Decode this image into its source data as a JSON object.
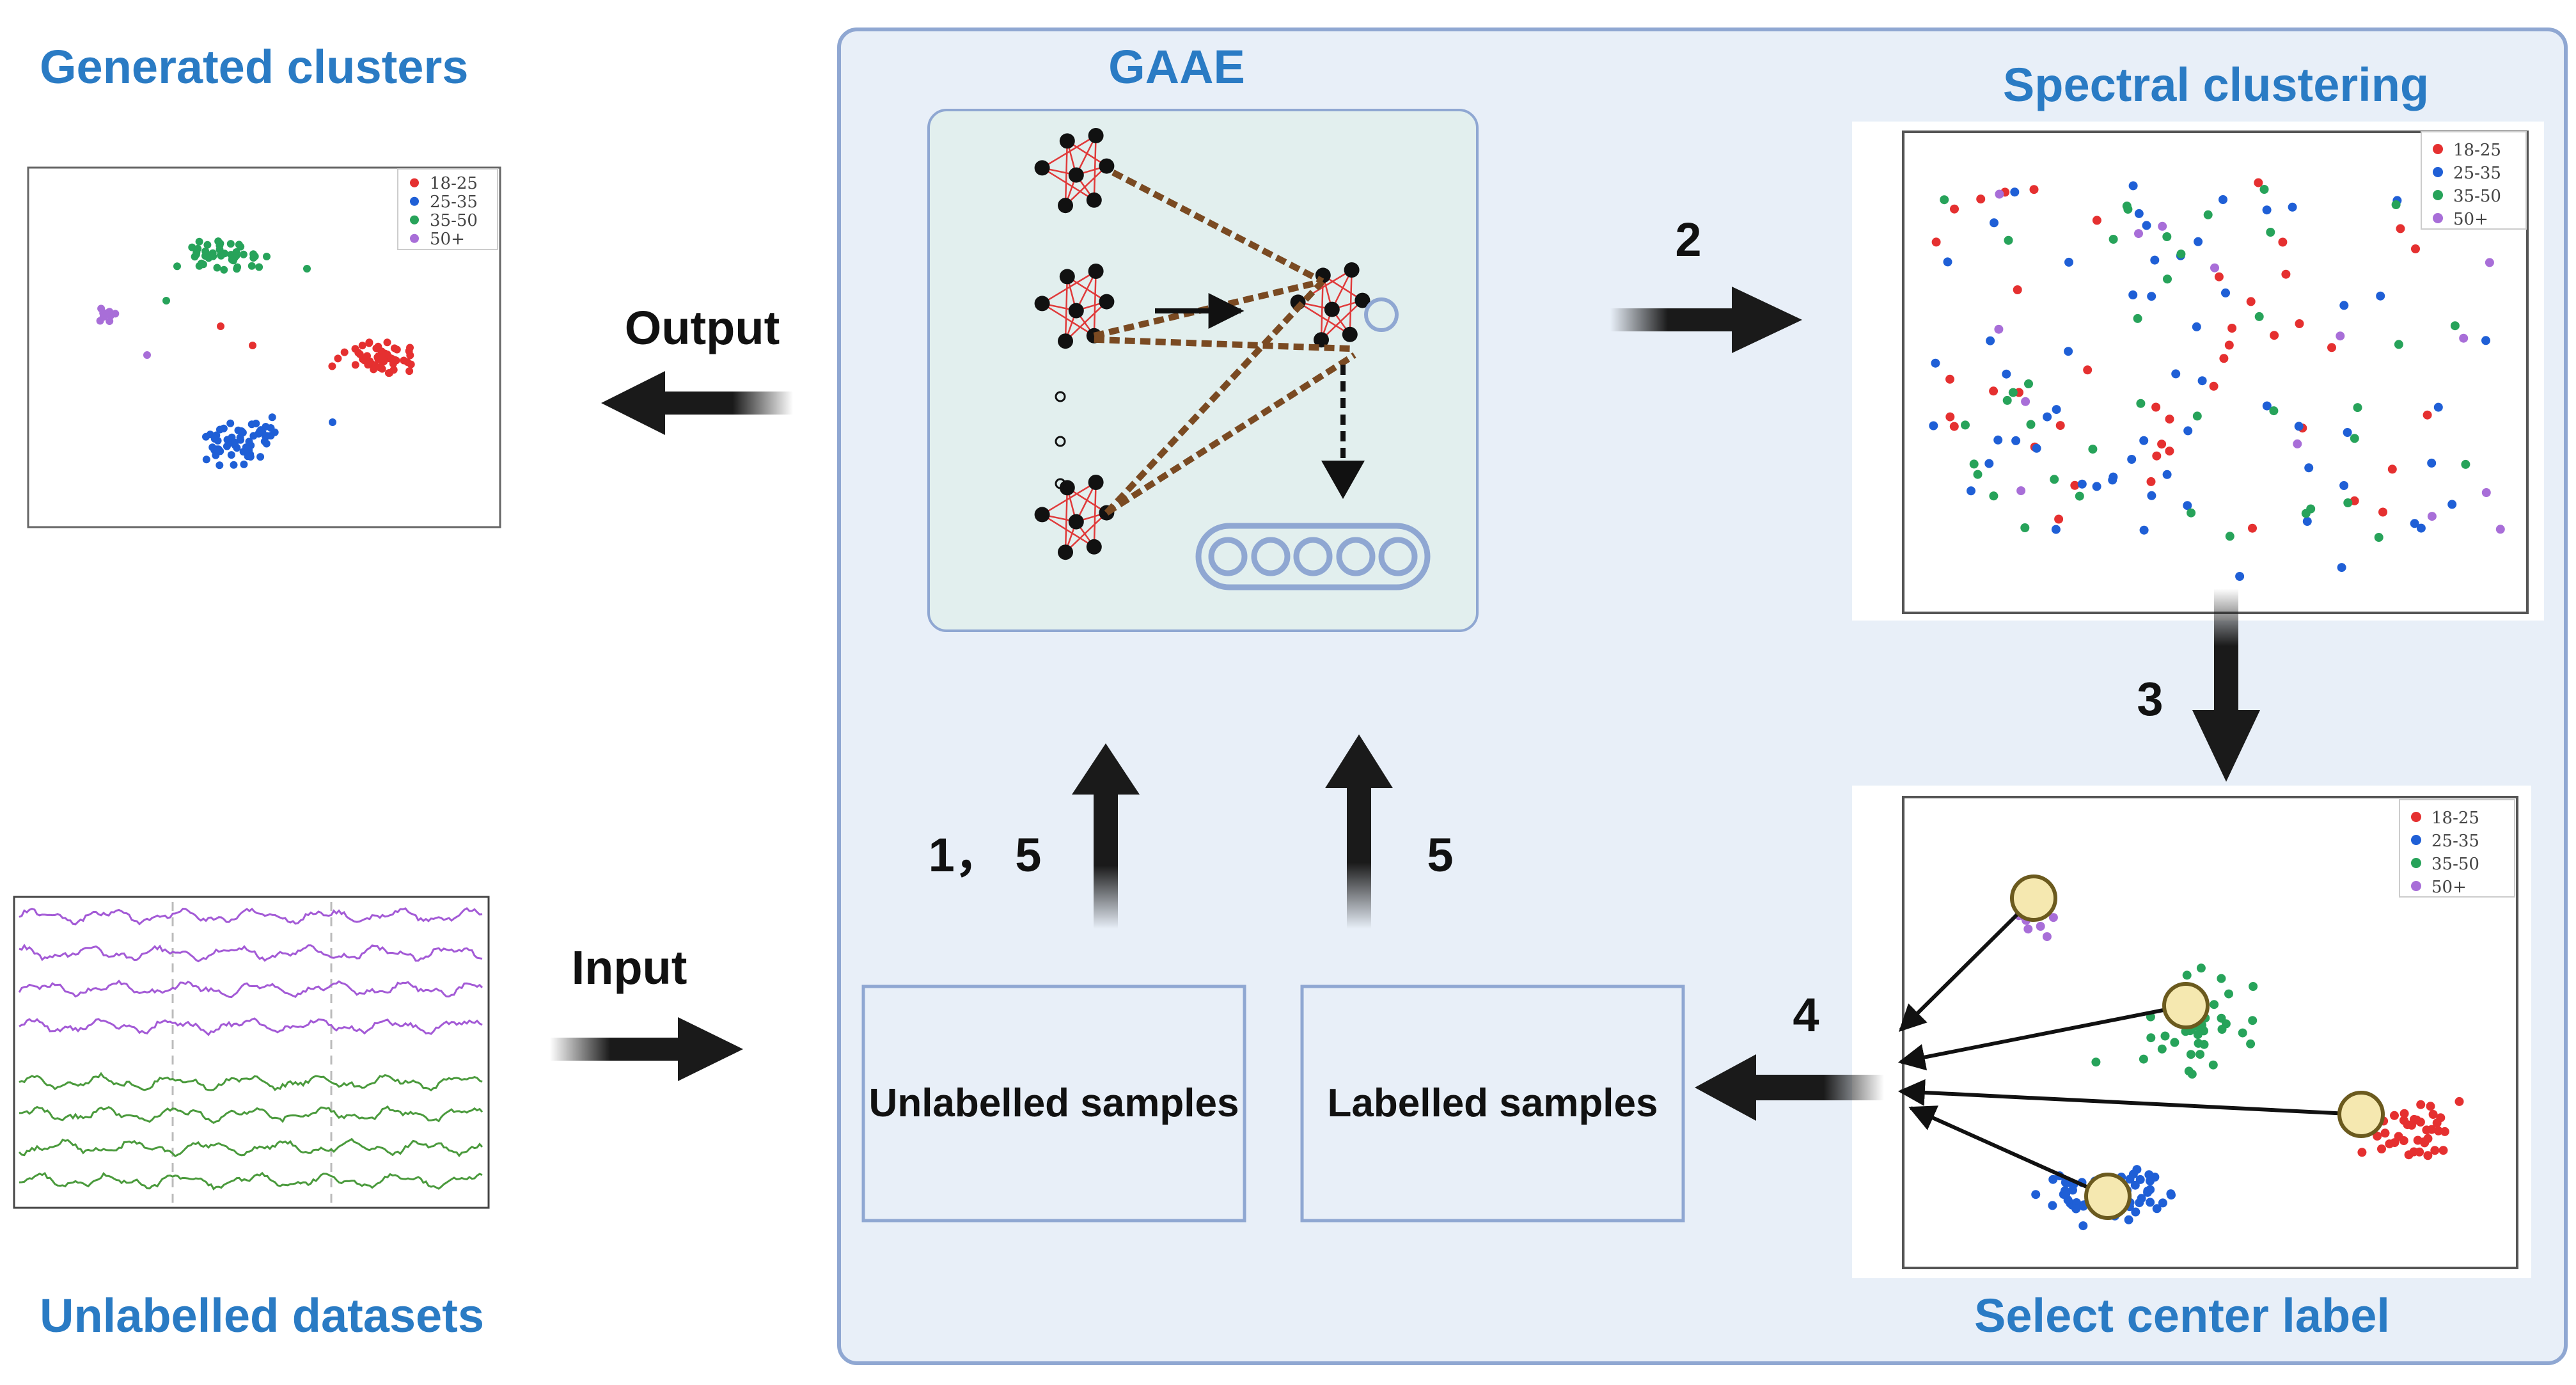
{
  "titles": {
    "generated_clusters": "Generated clusters",
    "gaae": "GAAE",
    "spectral_clustering": "Spectral clustering",
    "unlabelled_datasets": "Unlabelled datasets",
    "select_center_label": "Select center label"
  },
  "arrows": {
    "output": "Output",
    "input": "Input",
    "step_2": "2",
    "step_3": "3",
    "step_4": "4",
    "step_1_5": "1， 5",
    "step_5": "5"
  },
  "boxes": {
    "unlabelled_samples": "Unlabelled samples",
    "labelled_samples": "Labelled samples"
  },
  "legend": [
    "18-25",
    "25-35",
    "35-50",
    "50+"
  ],
  "colors": {
    "title_blue": "#2a7bc4",
    "panel_fill": "#e8eff8",
    "panel_border": "#8fa7d2",
    "gaae_fill": "#e2efee",
    "group_18_25": "#e53030",
    "group_25_35": "#1f5fd6",
    "group_35_50": "#27a35a",
    "group_50_plus": "#a86ed8",
    "eeg_purple": "#a35ad6",
    "eeg_green": "#4a9a3c",
    "dashed_link": "#7a4a22",
    "center_marker": "#f5e8b0"
  },
  "icons": [
    "graph-node-icon",
    "encoder-vector-icon",
    "eeg-signal-icon",
    "center-marker-icon"
  ]
}
